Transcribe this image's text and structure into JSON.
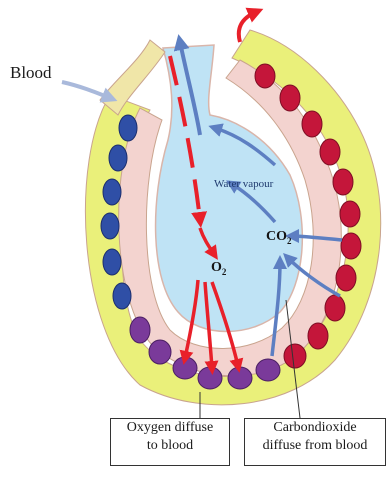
{
  "labels": {
    "blood": "Blood",
    "water_vapour": "Water vapour",
    "co2_main": "CO",
    "co2_sub": "2",
    "o2_main": "O",
    "o2_sub": "2"
  },
  "callouts": {
    "oxygen": {
      "line1": "Oxygen diffuse",
      "line2": "to blood"
    },
    "carbon_dioxide": {
      "line1": "Carbondioxide",
      "line2": "diffuse from blood"
    }
  },
  "colors": {
    "alveolus_air": "#bfe3f5",
    "wall": "#f3d3cf",
    "plasma": "#eef06e",
    "deoxygenated_cell": "#2f4fa6",
    "transition_cell": "#7a3a9a",
    "oxygenated_cell": "#c4163a",
    "oxygen_arrow": "#e8202a",
    "co2_arrow": "#5d7fc2"
  }
}
